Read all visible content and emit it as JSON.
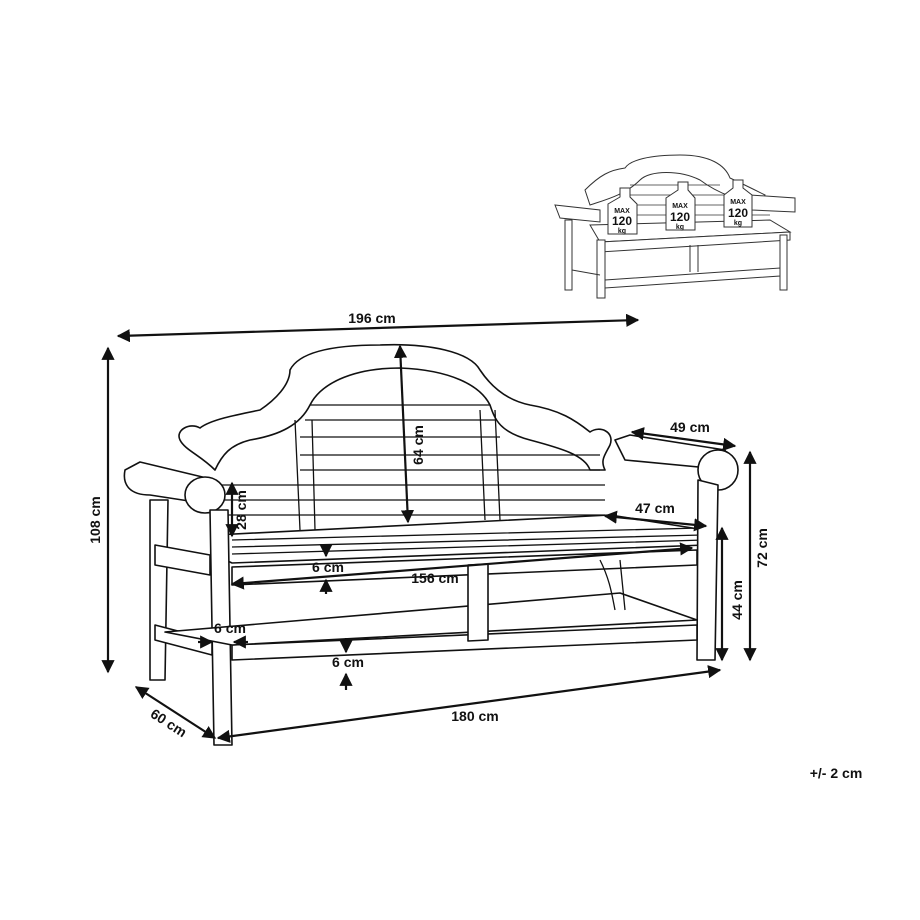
{
  "inset": {
    "weights": [
      {
        "max": "MAX",
        "value": "120",
        "unit": "kg"
      },
      {
        "max": "MAX",
        "value": "120",
        "unit": "kg"
      },
      {
        "max": "MAX",
        "value": "120",
        "unit": "kg"
      }
    ]
  },
  "dimensions": {
    "overall_width": "196 cm",
    "overall_height": "108 cm",
    "backrest_height": "64 cm",
    "armrest_depth": "49 cm",
    "seat_to_arm": "28 cm",
    "seat_depth": "47 cm",
    "seat_thickness": "6 cm",
    "seat_width": "156 cm",
    "arm_height": "72 cm",
    "seat_height": "44 cm",
    "leg_width": "6 cm",
    "stretcher_height": "6 cm",
    "base_width": "180 cm",
    "depth": "60 cm"
  },
  "tolerance": "+/- 2 cm"
}
